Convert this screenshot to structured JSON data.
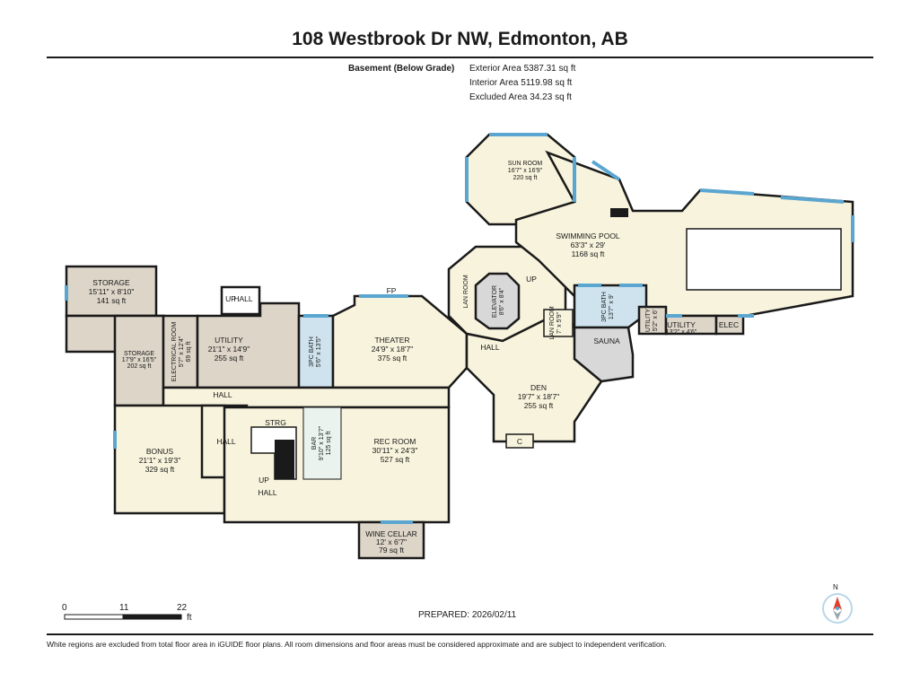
{
  "title": "108 Westbrook Dr NW, Edmonton, AB",
  "level": "Basement (Below Grade)",
  "areas": [
    "Exterior Area 5387.31 sq ft",
    "Interior Area 5119.98 sq ft",
    "Excluded Area 34.23 sq ft"
  ],
  "rooms": {
    "sun_room": {
      "name": "SUN ROOM",
      "dims": "16'7\" x 16'9\"",
      "area": "220 sq ft"
    },
    "swimming_pool": {
      "name": "SWIMMING POOL",
      "dims": "63'3\" x 29'",
      "area": "1168 sq ft"
    },
    "storage_top": {
      "name": "STORAGE",
      "dims": "15'11\" x 8'10\"",
      "area": "141 sq ft"
    },
    "storage_left": {
      "name": "STORAGE",
      "dims": "17'9\" x 16'5\"",
      "area": "202 sq ft"
    },
    "electrical_room": {
      "name": "ELECTRICAL ROOM",
      "dims": "5'7\" x 12'4\"",
      "area": "69 sq ft"
    },
    "utility_mid": {
      "name": "UTILITY",
      "dims": "21'1\" x 14'9\"",
      "area": "255 sq ft"
    },
    "bath_3pc_left": {
      "name": "3PC BATH",
      "dims": "5'6\" x 13'5\""
    },
    "theater": {
      "name": "THEATER",
      "dims": "24'9\" x 18'7\"",
      "area": "375 sq ft"
    },
    "lan_room_a": {
      "name": "LAN ROOM"
    },
    "elevator": {
      "name": "ELEVATOR",
      "dims": "8'6\" x 8'4\""
    },
    "lan_room_b": {
      "name": "LAN ROOM",
      "dims": "7' x 5'9\""
    },
    "bath_3pc_right": {
      "name": "3PC BATH",
      "dims": "13'7\" x 9'"
    },
    "utility_small": {
      "name": "UTILITY",
      "dims": "5'2\" x 6'"
    },
    "utility_right": {
      "name": "UTILITY",
      "dims": "13'2\" x 4'6\""
    },
    "elec": {
      "name": "ELEC"
    },
    "sauna": {
      "name": "SAUNA"
    },
    "hall_center": {
      "name": "HALL"
    },
    "den": {
      "name": "DEN",
      "dims": "19'7\" x 18'7\"",
      "area": "255 sq ft"
    },
    "closet_c": {
      "name": "C"
    },
    "hall_top": {
      "name": "HALL"
    },
    "bonus": {
      "name": "BONUS",
      "dims": "21'1\" x 19'3\"",
      "area": "329 sq ft"
    },
    "hall_left": {
      "name": "HALL"
    },
    "strg": {
      "name": "STRG"
    },
    "bar": {
      "name": "BAR",
      "dims": "9'10\" x 13'7\"",
      "area": "125 sq ft"
    },
    "rec_room": {
      "name": "REC ROOM",
      "dims": "30'11\" x 24'3\"",
      "area": "527 sq ft"
    },
    "hall_bottom": {
      "name": "HALL"
    },
    "wine_cellar": {
      "name": "WINE CELLAR",
      "dims": "12' x 6'7\"",
      "area": "79 sq ft"
    },
    "fp": {
      "name": "FP"
    },
    "up_top": {
      "name": "UP"
    },
    "up_stairs": {
      "name": "UP"
    },
    "up_hall": {
      "name": "UP"
    },
    "hall_tiny": {
      "name": "HALL"
    }
  },
  "scale": {
    "ticks": [
      "0",
      "11",
      "22"
    ],
    "unit": "ft"
  },
  "north": "N",
  "prepared": "PREPARED: 2026/02/11",
  "disclaimer": "White regions are excluded from total floor area in iGUIDE floor plans. All room dimensions and floor areas must be considered approximate and are subject to independent verification.",
  "colors": {
    "living": "#f7f3dc",
    "utility": "#ddd5c8",
    "bath": "#cfe3ef",
    "elevator": "#d8d8d8",
    "window": "#5aa6d0",
    "wall": "#1a1a1a",
    "pool": "#ffffff",
    "compass_red": "#e0402a",
    "compass_ring": "#b9d7ea"
  }
}
